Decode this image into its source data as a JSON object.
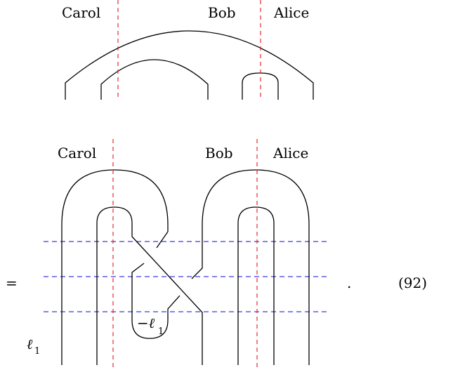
{
  "top_diagram": {
    "labels": {
      "carol": "Carol",
      "bob": "Bob",
      "alice": "Alice"
    }
  },
  "bottom_diagram": {
    "labels": {
      "carol": "Carol",
      "bob": "Bob",
      "alice": "Alice"
    },
    "loop_label": "−ℓ",
    "loop_label_sub": "1",
    "side_label": "ℓ",
    "side_label_sub": "1"
  },
  "equation": {
    "equals": "=",
    "period": ".",
    "number": "(92)"
  },
  "colors": {
    "strand": "#000000",
    "party_cut": "#e8282d",
    "time_slice": "#3a3ae0"
  }
}
